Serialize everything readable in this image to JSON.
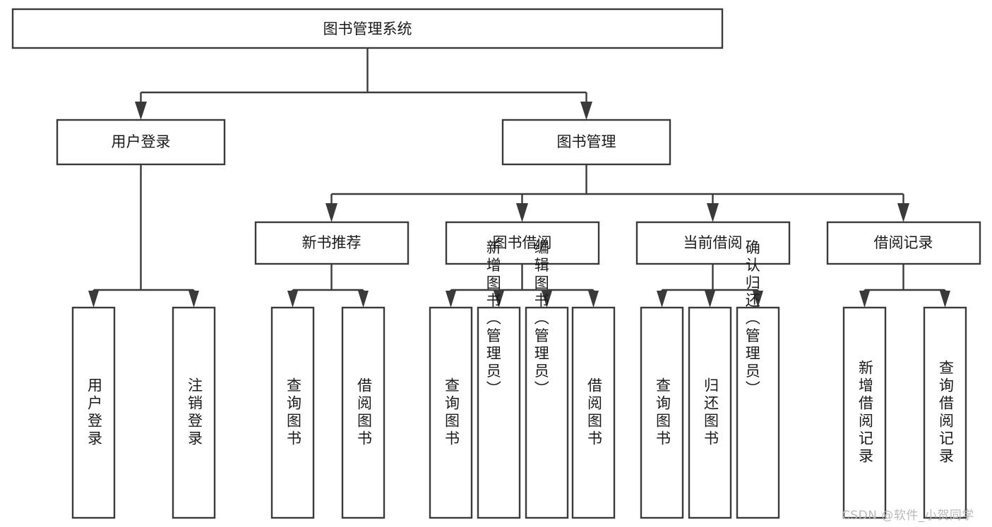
{
  "diagram": {
    "type": "hierarchy-tree",
    "title": "图书管理系统",
    "orientation": "top-down",
    "watermark": "CSDN @软件_小贺同学",
    "colors": {
      "box_stroke": "#3a3a3a",
      "box_fill": "#ffffff",
      "connector": "#3a3a3a",
      "text": "#1a1a1a",
      "watermark": "#b9b9b9",
      "background": "#ffffff"
    },
    "levels": {
      "root": "图书管理系统",
      "level1": [
        "用户登录",
        "图书管理"
      ],
      "level2": [
        "新书推荐",
        "图书借阅",
        "当前借阅",
        "借阅记录"
      ],
      "level3_count": 14
    },
    "nodes": {
      "root": {
        "label": "图书管理系统",
        "orientation": "horizontal"
      },
      "user_login": {
        "label": "用户登录",
        "orientation": "horizontal"
      },
      "book_manage": {
        "label": "图书管理",
        "orientation": "horizontal"
      },
      "new_book_rec": {
        "label": "新书推荐",
        "orientation": "horizontal"
      },
      "book_borrow": {
        "label": "图书借阅",
        "orientation": "horizontal"
      },
      "current_borrow": {
        "label": "当前借阅",
        "orientation": "horizontal"
      },
      "borrow_record": {
        "label": "借阅记录",
        "orientation": "horizontal"
      },
      "leaf_user_login": {
        "label": "用户登录",
        "orientation": "vertical"
      },
      "leaf_logout": {
        "label": "注销登录",
        "orientation": "vertical"
      },
      "leaf_query_book_1": {
        "label": "查询图书",
        "orientation": "vertical"
      },
      "leaf_borrow_book_1": {
        "label": "借阅图书",
        "orientation": "vertical"
      },
      "leaf_query_book_2": {
        "label": "查询图书",
        "orientation": "vertical"
      },
      "leaf_add_book": {
        "label": "新增图书（管理员）",
        "orientation": "vertical"
      },
      "leaf_edit_book": {
        "label": "编辑图书（管理员）",
        "orientation": "vertical"
      },
      "leaf_borrow_book_2": {
        "label": "借阅图书",
        "orientation": "vertical"
      },
      "leaf_query_book_3": {
        "label": "查询图书",
        "orientation": "vertical"
      },
      "leaf_return_book": {
        "label": "归还图书",
        "orientation": "vertical"
      },
      "leaf_confirm_return": {
        "label": "确认归还（管理员）",
        "orientation": "vertical"
      },
      "leaf_add_record": {
        "label": "新增借阅记录",
        "orientation": "vertical"
      },
      "leaf_query_record": {
        "label": "查询借阅记录",
        "orientation": "vertical"
      }
    }
  }
}
